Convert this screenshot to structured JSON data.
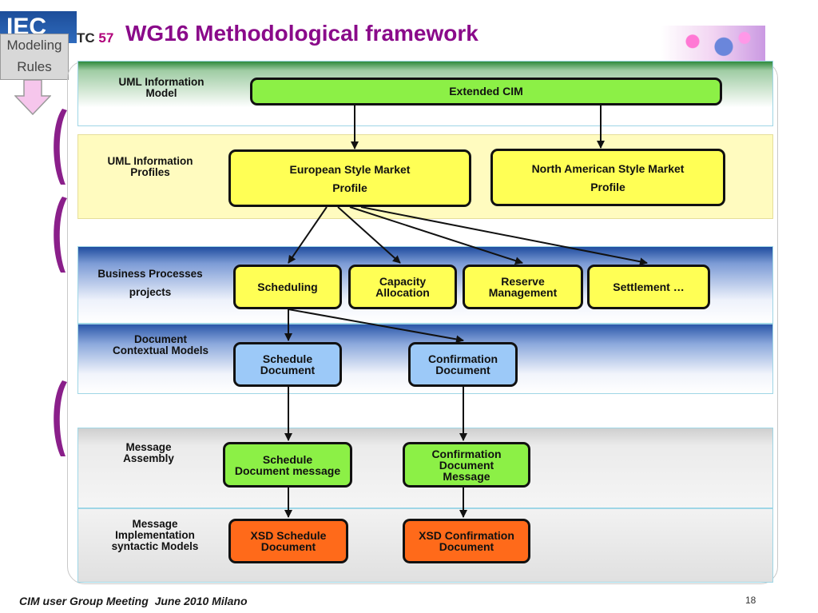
{
  "header": {
    "logo_text": "IEC",
    "tc_label": "TC",
    "tc_number": "57",
    "title": "WG16 Methodological framework"
  },
  "sidebar": {
    "modeling_rules_line1": "Modeling",
    "modeling_rules_line2": "Rules"
  },
  "layers": {
    "uml_information_model": "UML Information\nModel",
    "uml_information_profiles": "UML Information\nProfiles",
    "business_processes_line1": "Business Processes",
    "business_processes_line2": "projects",
    "document_contextual_models": "Document\nContextual Models",
    "message_assembly": "Message\nAssembly",
    "message_implementation": "Message\nImplementation\nsyntactic Models"
  },
  "boxes": {
    "extended_cim": "Extended CIM",
    "european_profile_line1": "European Style Market",
    "european_profile_line2": "Profile",
    "north_american_profile_line1": "North American Style Market",
    "north_american_profile_line2": "Profile",
    "scheduling": "Scheduling",
    "capacity_allocation": "Capacity\nAllocation",
    "reserve_management": "Reserve\nManagement",
    "settlement": "Settlement …",
    "schedule_document": "Schedule\nDocument",
    "confirmation_document": "Confirmation\nDocument",
    "schedule_document_message": "Schedule\nDocument message",
    "confirmation_document_message": "Confirmation\nDocument\nMessage",
    "xsd_schedule_document": "XSD Schedule\nDocument",
    "xsd_confirmation_document": "XSD Confirmation\nDocument"
  },
  "footer": {
    "meeting": "CIM user Group Meeting  June 2010 Milano",
    "page_number": "18"
  },
  "colors": {
    "title": "#8a0a8a",
    "green_box": "#8cf046",
    "yellow_box": "#ffff55",
    "blue_box": "#9cc9f8",
    "orange_box": "#ff6a1a"
  }
}
